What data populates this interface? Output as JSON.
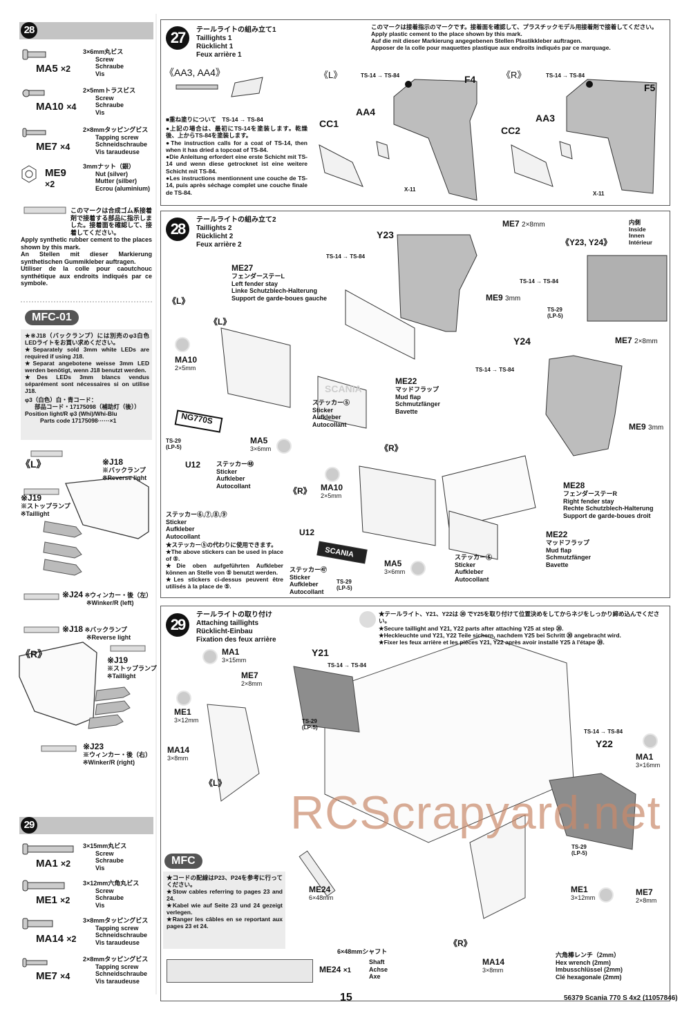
{
  "left": {
    "step28": {
      "num": "28",
      "parts": [
        {
          "code": "MA5",
          "qty": "×2",
          "jp": "3×6mm丸ビス",
          "en": "Screw",
          "de": "Schraube",
          "fr": "Vis"
        },
        {
          "code": "MA10",
          "qty": "×4",
          "jp": "2×5mmトラスビス",
          "en": "Screw",
          "de": "Schraube",
          "fr": "Vis"
        },
        {
          "code": "ME7",
          "qty": "×4",
          "jp": "2×8mmタッピングビス",
          "en": "Tapping screw",
          "de": "Schneidschraube",
          "fr": "Vis taraudeuse"
        },
        {
          "code": "ME9",
          "qty": "×2",
          "jp": "3mmナット（銀）",
          "en": "Nut (silver)",
          "de": "Mutter (silber)",
          "fr": "Ecrou (aluminium)"
        }
      ]
    },
    "cement_note": {
      "jp": "このマークは合成ゴム系接着剤で接着する部品に指示しました。接着面を確認して、接着してください。",
      "en": "Apply synthetic rubber cement to the places shown by this mark.",
      "de": "An Stellen mit dieser Markierung synthetischen Gummikleber auftragen.",
      "fr": "Utiliser de la colle pour caoutchouc synthétique aux endroits indiqués par ce symbole."
    },
    "mfc01": {
      "badge": "MFC-01",
      "lines": [
        "★※J18（バックランプ）には別売のφ3白色LEDライトをお買い求めください。",
        "★Separately sold 3mm white LEDs are required if using J18.",
        "★Separat angebotene weisse 3mm LED werden benötigt, wenn J18 benutzt werden.",
        "★Des LEDs 3mm blancs vendus séparément sont nécessaires si on utilise J18."
      ],
      "code_jp": "φ3（白色）白・青コード：",
      "code_jp2": "部品コード・17175098（補助灯（後））",
      "code_en": "Position light/R φ3 (Whi)/Whi-Blu",
      "code_en2": "Parts code 17175098······×1"
    },
    "diag_l": {
      "side": "《L》",
      "j18": "※J18",
      "j18_jp": "※バックランプ",
      "j18_en": "※Reverse light",
      "j19": "※J19",
      "j19_jp": "※ストップランプ",
      "j19_en": "※Taillight",
      "j24": "※J24",
      "j24_jp": "※ウィンカー・後（左）",
      "j24_en": "※Winker/R (left)"
    },
    "diag_r": {
      "side": "《R》",
      "j18": "※J18",
      "j18_jp": "※バックランプ",
      "j18_en": "※Reverse light",
      "j19": "※J19",
      "j19_jp": "※ストップランプ",
      "j19_en": "※Taillight",
      "j23": "※J23",
      "j23_jp": "※ウィンカー・後（右）",
      "j23_en": "※Winker/R (right)"
    },
    "step29": {
      "num": "29",
      "parts": [
        {
          "code": "MA1",
          "qty": "×2",
          "jp": "3×15mm丸ビス",
          "en": "Screw",
          "de": "Schraube",
          "fr": "Vis"
        },
        {
          "code": "ME1",
          "qty": "×2",
          "jp": "3×12mm六角丸ビス",
          "en": "Screw",
          "de": "Schraube",
          "fr": "Vis"
        },
        {
          "code": "MA14",
          "qty": "×2",
          "jp": "3×8mmタッピングビス",
          "en": "Tapping screw",
          "de": "Schneidschraube",
          "fr": "Vis taraudeuse"
        },
        {
          "code": "ME7",
          "qty": "×4",
          "jp": "2×8mmタッピングビス",
          "en": "Tapping screw",
          "de": "Schneidschraube",
          "fr": "Vis taraudeuse"
        }
      ]
    }
  },
  "s27": {
    "num": "27",
    "jp": "テールライトの組み立て1",
    "en": "Taillights 1",
    "de": "Rücklicht 1",
    "fr": "Feux arrière 1",
    "note": [
      "このマークは接着指示のマークです。接着面を確認して、プラスチックモデル用接着剤で接着してください。",
      "Apply plastic cement to the place shown by this mark.",
      "Auf die mit dieser Markierung angegebenen Stellen Plastikkleber auftragen.",
      "Apposer de la colle pour maquettes plastique aux endroits indiqués par ce marquage."
    ],
    "aa": "《AA3, AA4》",
    "paint_head": "■重ね塗りについて　TS-14 → TS-84",
    "paint": [
      "●上記の場合は、最初にTS-14を塗装します。乾燥後、上からTS-84を塗装します。",
      "●The instruction calls for a coat of TS-14, then when it has dried a topcoat of TS-84.",
      "●Die Anleitung erfordert eine erste Schicht mit TS-14 und wenn diese getrocknet ist eine weitere Schicht mit TS-84.",
      "●Les instructions mentionnent une couche de TS-14, puis après séchage complet une couche finale de TS-84."
    ],
    "l": {
      "side": "《L》",
      "paint": "TS-14 → TS-84",
      "f": "F4",
      "cc": "CC1",
      "aa": "AA4",
      "x": "X-11"
    },
    "r": {
      "side": "《R》",
      "paint": "TS-14 → TS-84",
      "f": "F5",
      "cc": "CC2",
      "aa": "AA3",
      "x": "X-11"
    }
  },
  "s28": {
    "num": "28",
    "jp": "テールライトの組み立て2",
    "en": "Taillights 2",
    "de": "Rücklicht 2",
    "fr": "Feux arrière 2",
    "y23": "Y23",
    "y24": "Y24",
    "me7": "ME7",
    "me7_size": "2×8mm",
    "me9": "ME9",
    "me9_size": "3mm",
    "paint": "TS-14 → TS-84",
    "ts29": "TS-29",
    "lp5": "(LP-5)",
    "inside": [
      "内側",
      "Inside",
      "Innen",
      "Intérieur"
    ],
    "y2324": "《Y23, Y24》",
    "me27": {
      "code": "ME27",
      "jp": "フェンダーステーL",
      "en": "Left fender stay",
      "de": "Linke Schutzblech-Halterung",
      "fr": "Support de garde-boues gauche"
    },
    "me28": {
      "code": "ME28",
      "jp": "フェンダーステーR",
      "en": "Right fender stay",
      "de": "Rechte Schutzblech-Halterung",
      "fr": "Support de garde-boues droit"
    },
    "me22": {
      "code": "ME22",
      "jp": "マッドフラップ",
      "en": "Mud flap",
      "de": "Schmutzfänger",
      "fr": "Bavette"
    },
    "l": "《L》",
    "r": "《R》",
    "ma10": "MA10",
    "ma10_size": "2×5mm",
    "ma5": "MA5",
    "ma5_size": "3×6mm",
    "u12": "U12",
    "plate": "NG770S",
    "scania": "SCANIA",
    "sticker": {
      "jp5": "ステッカー⑤",
      "jp48": "ステッカー㊽",
      "jp47": "ステッカー㊼",
      "jp6789": "ステッカー⑥,⑦,⑧,⑨",
      "en": "Sticker",
      "de": "Aufkleber",
      "fr": "Autocollant"
    },
    "alt": [
      "★ステッカー⑤の代わりに使用できます。",
      "★The above stickers can be used in place of ⑤.",
      "★Die oben aufgeführten Aufkleber können an Stelle von ⑤ benutzt werden.",
      "★Les stickers ci-dessus peuvent être utilisés à la place de ⑤."
    ]
  },
  "s29": {
    "num": "29",
    "jp": "テールライトの取り付け",
    "en": "Attaching taillights",
    "de": "Rücklicht-Einbau",
    "fr": "Fixation des feux arrière",
    "note": [
      "★テールライト、Y21、Y22は ㉚ でY25を取り付けて位置決めをしてからネジをしっかり締め込んでください。",
      "★Secure taillight and Y21, Y22 parts after attaching Y25 at step ㉚.",
      "★Heckleuchte und Y21, Y22 Teile sichern, nachdem Y25 bei Schritt ㉚ angebracht wird.",
      "★Fixer les feux arrière et les pièces Y21, Y22 après avoir installé Y25 à l'étape ㉚."
    ],
    "y21": "Y21",
    "y22": "Y22",
    "ma1": "MA1",
    "ma1_size_l": "3×15mm",
    "ma1_size_r": "3×16mm",
    "me7": "ME7",
    "me7_size": "2×8mm",
    "me1": "ME1",
    "me1_size": "3×12mm",
    "ma14": "MA14",
    "ma14_size": "3×8mm",
    "paint": "TS-14 → TS-84",
    "ts29": "TS-29",
    "lp5": "(LP-5)",
    "l": "《L》",
    "r": "《R》",
    "me24": "ME24",
    "me24_size": "6×48mm",
    "mfc": {
      "badge": "MFC",
      "lines": [
        "★コードの配線はP23、P24を参考に行ってください。",
        "★Stow cables referring to pages 23 and 24.",
        "★Kabel wie auf Seite 23 und 24 gezeigt verlegen.",
        "★Ranger les câbles en se reportant aux pages 23 et 24."
      ]
    },
    "shaft": {
      "jp": "6×48mmシャフト",
      "code": "ME24",
      "qty": "×1",
      "en": "Shaft",
      "de": "Achse",
      "fr": "Axe"
    },
    "wrench": {
      "jp": "六角棒レンチ（2mm）",
      "en": "Hex wrench (2mm)",
      "de": "Imbusschlüssel (2mm)",
      "fr": "Clé hexagonale (2mm)"
    }
  },
  "footer": {
    "page": "15",
    "product": "56379 Scania 770 S 4x2 (11057846)"
  },
  "watermark": "RCScrapyard.net"
}
